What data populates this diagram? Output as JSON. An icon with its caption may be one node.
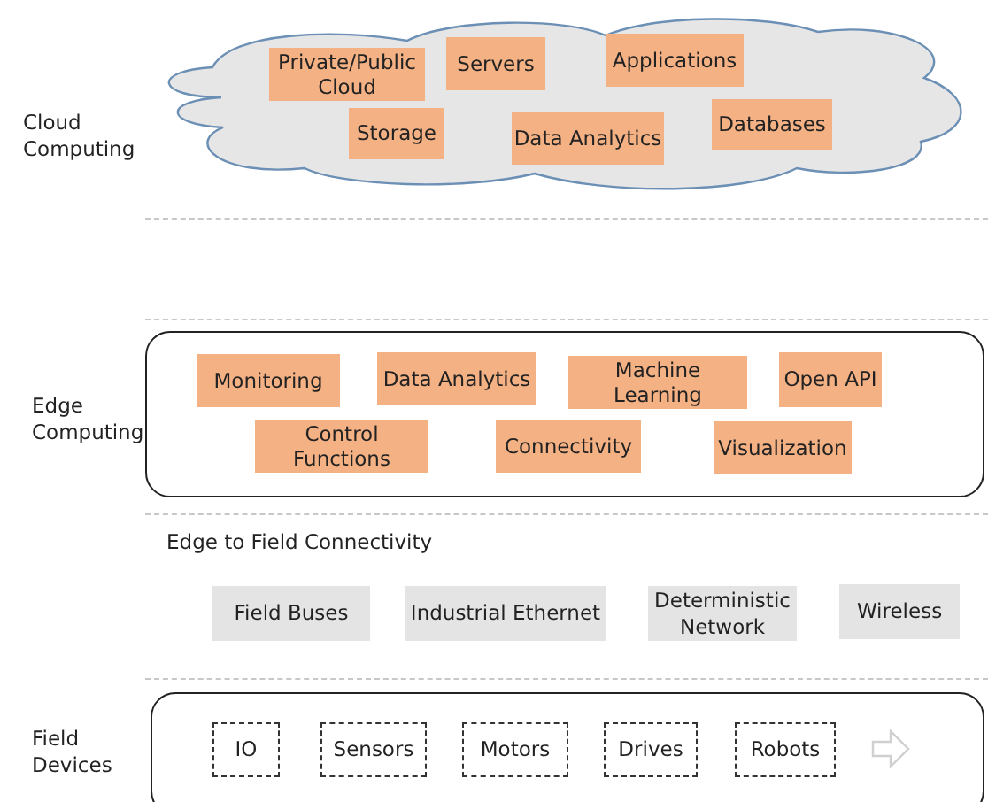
{
  "diagram": {
    "nodes": [
      {
        "text": [],
        "shape": "cloud"
      },
      {
        "text": [
          "Private/Public Cloud"
        ],
        "in": 0
      },
      {
        "text": [
          "Servers"
        ],
        "in": 0
      },
      {
        "text": [
          "Applications"
        ],
        "in": 0
      },
      {
        "text": [
          "Storage"
        ],
        "in": 0
      },
      {
        "text": [
          "Data Analytics"
        ],
        "in": 0
      },
      {
        "text": [
          "Databases"
        ],
        "in": 0
      },
      {
        "text": [],
        "shape": "box"
      },
      {
        "text": [
          "Monitoring"
        ],
        "in": 7
      },
      {
        "text": [
          "Data Analytics"
        ],
        "in": 7
      },
      {
        "text": [
          "Machine Learning"
        ],
        "in": 7
      },
      {
        "text": [
          "Open API"
        ],
        "in": 7
      },
      {
        "text": [
          "Control Functions"
        ],
        "in": 7
      },
      {
        "text": [
          "Connectivity"
        ],
        "in": 7
      },
      {
        "text": [
          "Visualization"
        ],
        "in": 7
      },
      {
        "text": [
          "Field Buses"
        ]
      },
      {
        "text": [
          "Industrial Ethernet"
        ]
      },
      {
        "text": [
          "Deterministic Network"
        ]
      },
      {
        "text": [
          "Wireless"
        ]
      },
      {
        "text": [],
        "shape": "box"
      },
      {
        "text": [
          "IO"
        ],
        "in": 19
      },
      {
        "text": [
          "Sensors"
        ],
        "in": 19
      },
      {
        "text": [
          "Motors"
        ],
        "in": 19
      },
      {
        "text": [
          "Drives"
        ],
        "in": 19
      },
      {
        "text": [
          "Robots"
        ],
        "in": 19
      }
    ],
    "labels": [
      "Cloud Computing",
      "Edge Computing",
      "Edge to Field Connectivity",
      "Field Devices"
    ]
  }
}
